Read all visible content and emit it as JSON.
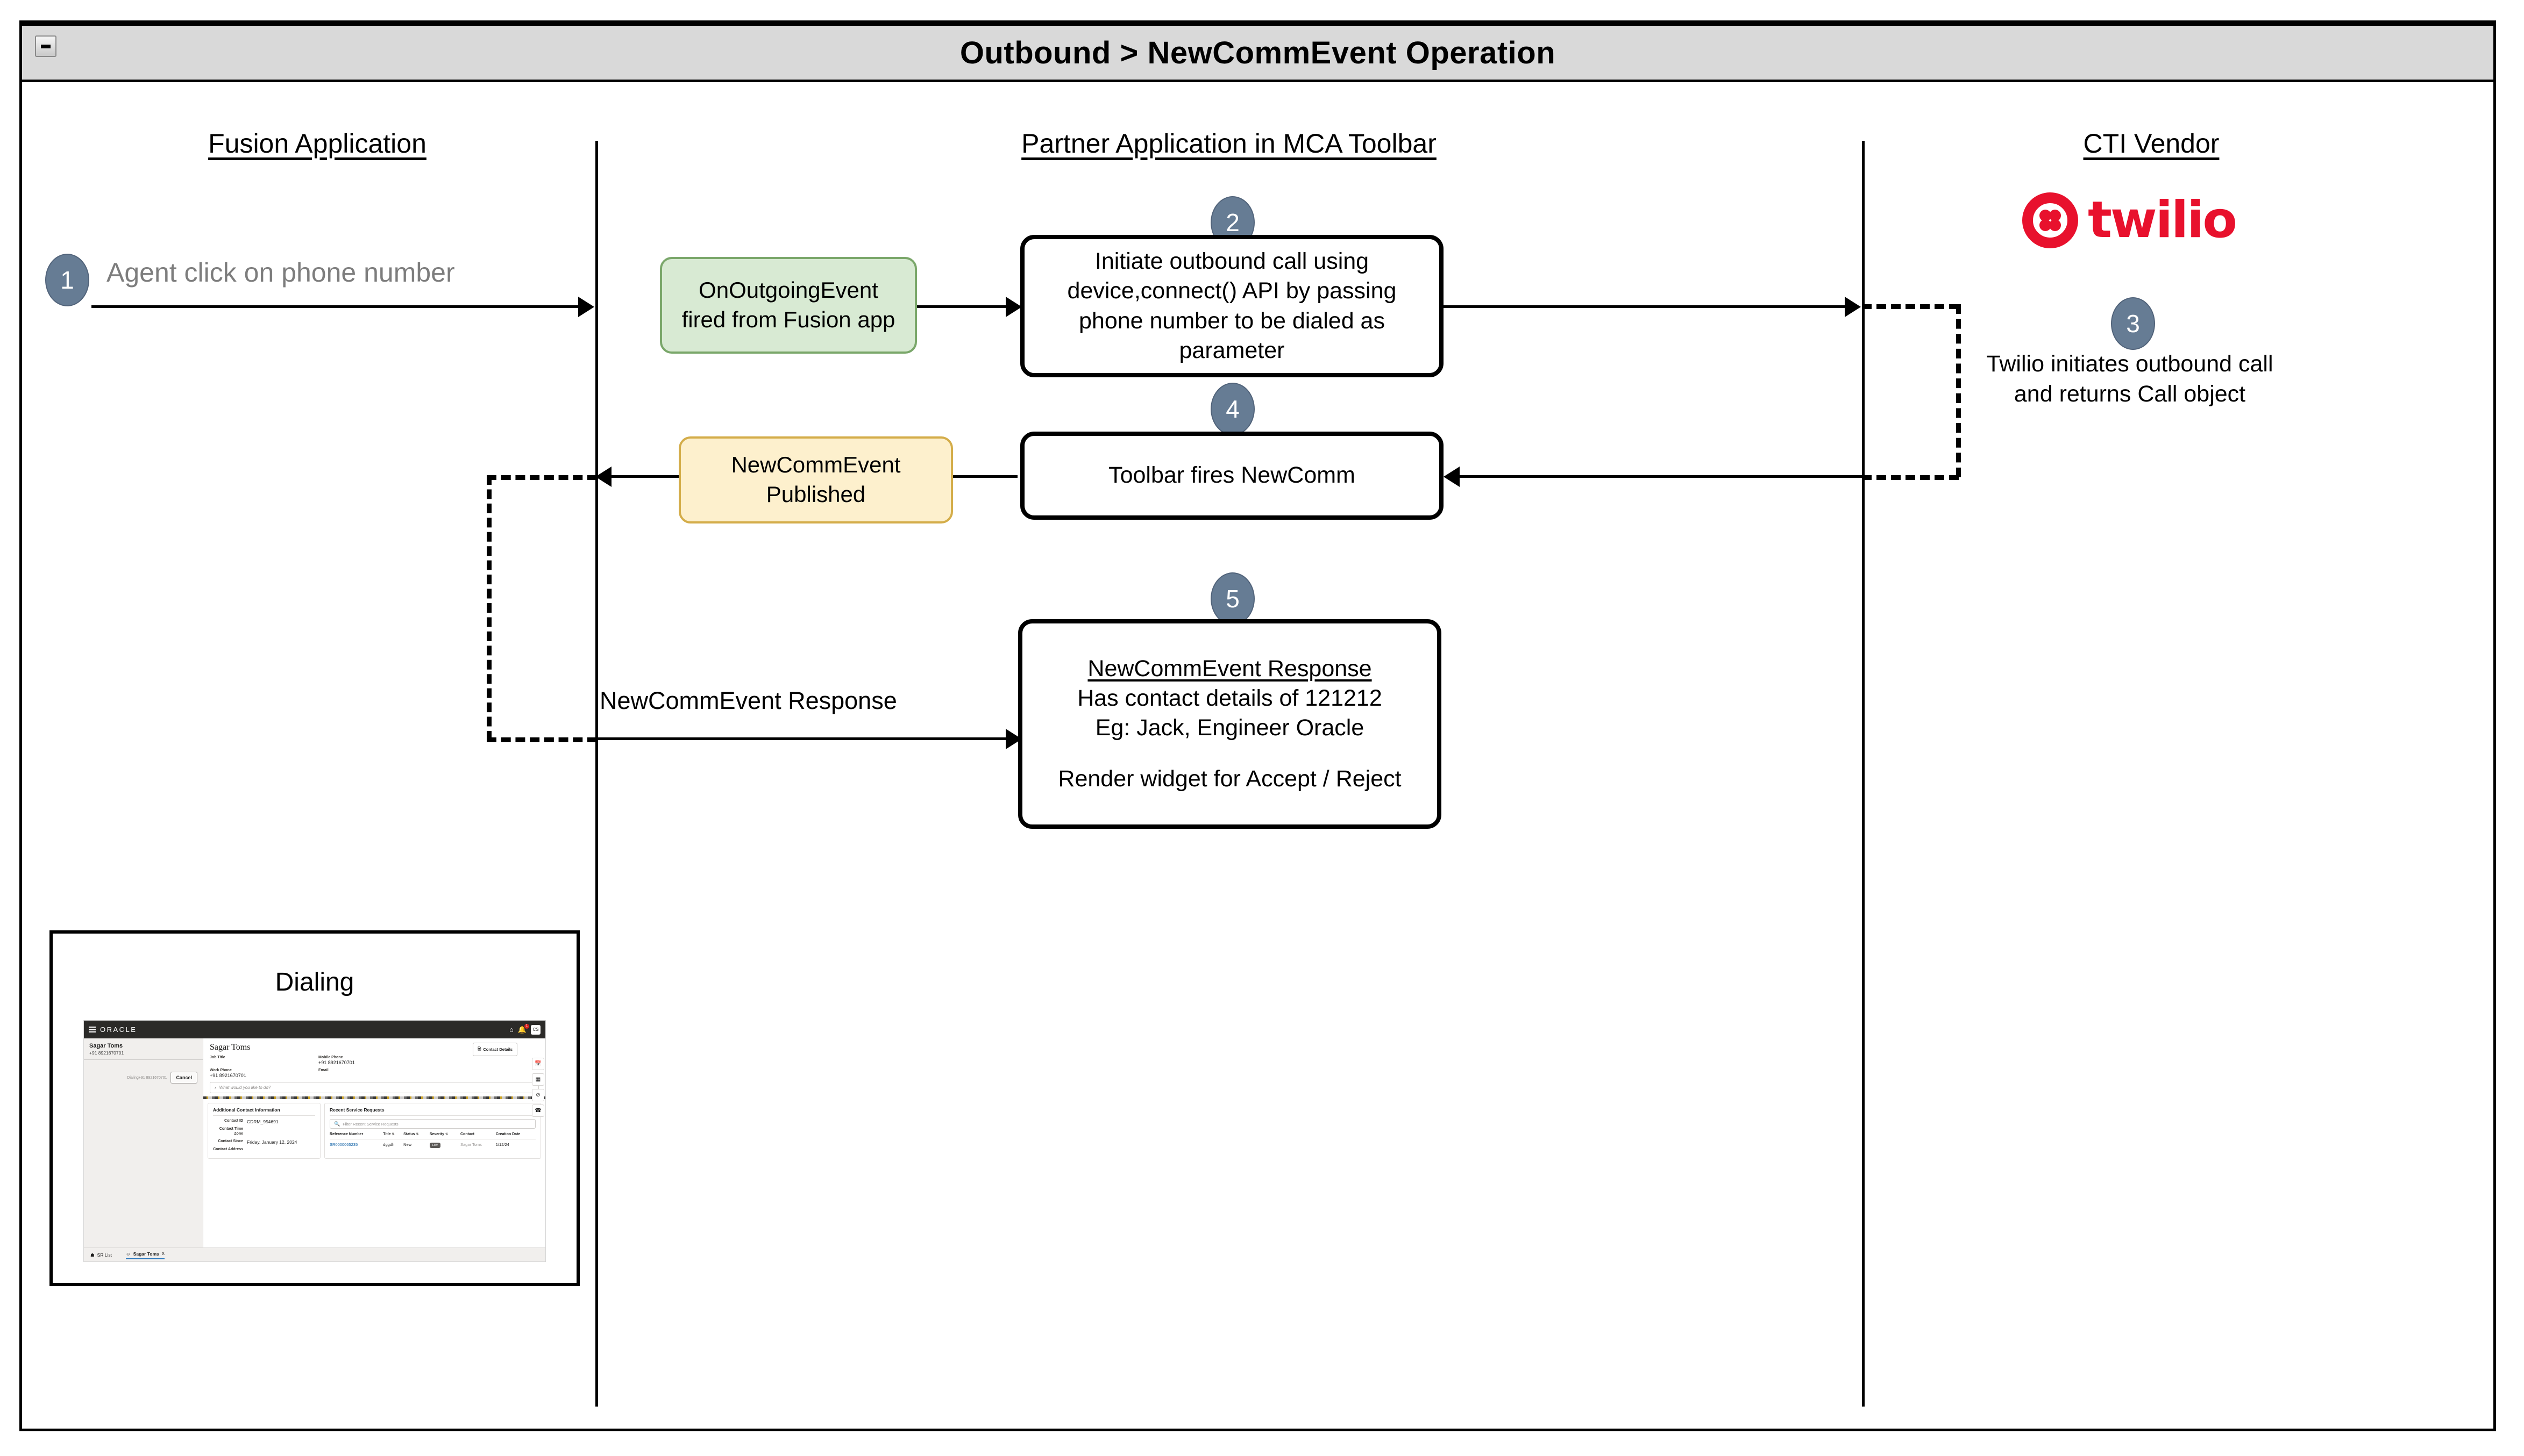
{
  "window": {
    "title": "Outbound > NewCommEvent Operation",
    "collapse_icon": "minimize-icon"
  },
  "lanes": [
    {
      "id": "fusion",
      "label": "Fusion Application"
    },
    {
      "id": "partner",
      "label": "Partner Application in MCA Toolbar"
    },
    {
      "id": "cti",
      "label": "CTI Vendor"
    }
  ],
  "steps": [
    {
      "num": "1",
      "lane": "fusion",
      "label": "Agent click on phone number"
    },
    {
      "num": "2",
      "lane": "partner",
      "label": "Initiate outbound call using device,connect() API by passing phone number to be dialed as parameter"
    },
    {
      "num": "3",
      "lane": "cti",
      "label": "Twilio initiates outbound call and returns Call object"
    },
    {
      "num": "4",
      "lane": "partner",
      "label": "Toolbar fires NewComm"
    },
    {
      "num": "5",
      "lane": "partner",
      "label": "NewCommEvent Response"
    }
  ],
  "step1": {
    "badge": "1",
    "text": "Agent click on phone number"
  },
  "step2": {
    "badge": "2",
    "line1": "Initiate outbound call using",
    "line2": "device,connect() API by passing",
    "line3": "phone number to be dialed as",
    "line4": "parameter"
  },
  "step3": {
    "badge": "3",
    "line1": "Twilio initiates outbound call",
    "line2": "and returns Call object",
    "vendor_logo": "twilio-logo",
    "vendor_name": "twilio",
    "vendor_color": "#e8112d"
  },
  "step4": {
    "badge": "4",
    "text": "Toolbar fires NewComm"
  },
  "step5": {
    "badge": "5",
    "heading": "NewCommEvent Response",
    "line1": "Has contact details of 121212",
    "line2": "Eg: Jack, Engineer Oracle",
    "line3": "Render widget for Accept / Reject"
  },
  "events": {
    "outgoing": {
      "line1": "OnOutgoingEvent",
      "line2": "fired from Fusion app",
      "fill": "#d8ead3",
      "stroke": "#7aa76a"
    },
    "published": {
      "line1": "NewCommEvent",
      "line2": "Published",
      "fill": "#fdf0cd",
      "stroke": "#d4ad4a"
    },
    "response_label": "NewCommEvent Response"
  },
  "screenshot": {
    "caption": "Dialing",
    "topbar": {
      "brand": "ORACLE",
      "menu_icon": "hamburger-icon",
      "home_icon": "home-icon",
      "bell_icon": "bell-icon",
      "bell_count": "1",
      "avatar": "CS"
    },
    "left_panel": {
      "contact_name": "Sagar Toms",
      "contact_phone": "+91 8921670701",
      "dialing_text": "Dialing+91 8921670701",
      "cancel_label": "Cancel"
    },
    "detail": {
      "name": "Sagar Toms",
      "contact_details_btn": "Contact Details",
      "fields": [
        {
          "label": "Job Title",
          "value": ""
        },
        {
          "label": "Mobile Phone",
          "value": "+91 8921670701"
        },
        {
          "label": "Work Phone",
          "value": "+91 8921670701"
        },
        {
          "label": "Email",
          "value": ""
        }
      ],
      "ask_placeholder": "What would you like to do?"
    },
    "additional_contact": {
      "title": "Additional Contact Information",
      "rows": [
        {
          "label": "Contact ID",
          "value": "CDRM_954691"
        },
        {
          "label": "Contact Time Zone",
          "value": ""
        },
        {
          "label": "Contact Since",
          "value": "Friday, January 12, 2024"
        },
        {
          "label": "Contact Address",
          "value": ""
        }
      ]
    },
    "recent_service_requests": {
      "title": "Recent Service Requests",
      "filter_placeholder": "Filter Recent Service Requests",
      "columns": [
        "Reference Number",
        "Title",
        "Status",
        "Severity",
        "Contact",
        "Creation Date"
      ],
      "rows": [
        {
          "reference": "SR0000065235",
          "title": "dggdh",
          "status": "New",
          "severity": "Low",
          "contact": "Sagar Toms",
          "created": "1/12/24"
        }
      ]
    },
    "right_rail": [
      "calendar-icon",
      "table-icon",
      "block-icon",
      "phone-icon"
    ],
    "tabs": [
      {
        "label": "SR List",
        "icon": "tag-icon",
        "active": false
      },
      {
        "label": "Sagar Toms",
        "icon": "person-icon",
        "active": true,
        "close": "X"
      }
    ]
  },
  "colors": {
    "badge_fill": "#667c94",
    "title_bar": "#d9d9d9",
    "grey_text": "#7d7d7d"
  }
}
